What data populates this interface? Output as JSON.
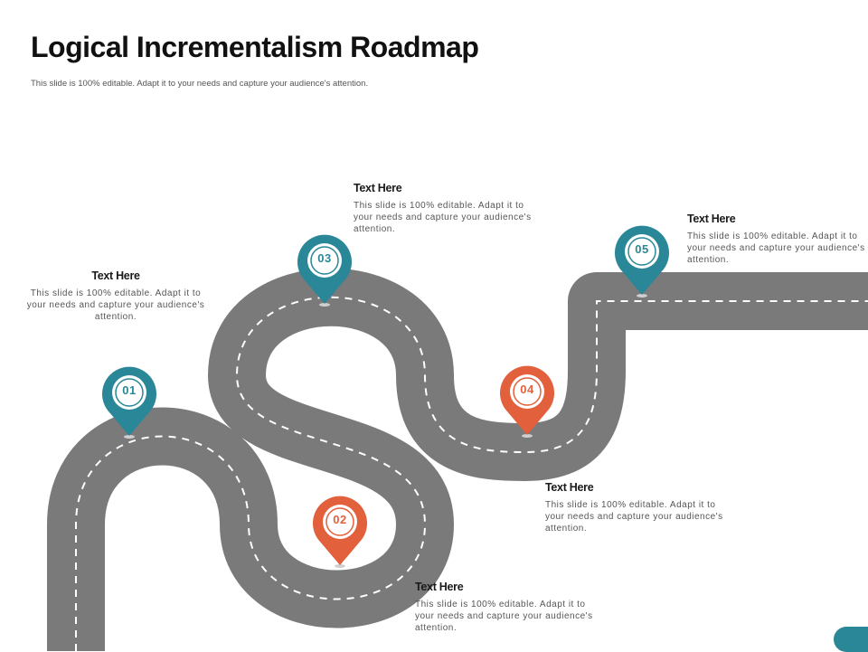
{
  "slide": {
    "title": "Logical Incrementalism Roadmap",
    "subtitle": "This slide is 100% editable. Adapt it to your needs and capture your audience's attention."
  },
  "colors": {
    "road": "#7a7a7a",
    "road_dash": "#ffffff",
    "teal": "#2a8797",
    "orange": "#e2603b"
  },
  "steps": [
    {
      "number": "01",
      "heading": "Text Here",
      "body": "This slide is 100% editable. Adapt it to your needs and capture your audience's attention.",
      "color": "teal"
    },
    {
      "number": "02",
      "heading": "Text Here",
      "body": "This slide is 100% editable. Adapt it to your needs and capture your audience's attention.",
      "color": "orange"
    },
    {
      "number": "03",
      "heading": "Text Here",
      "body": "This slide is 100% editable. Adapt it to your needs and capture your audience's attention.",
      "color": "teal"
    },
    {
      "number": "04",
      "heading": "Text Here",
      "body": "This slide is 100% editable. Adapt it to your needs and capture your audience's attention.",
      "color": "orange"
    },
    {
      "number": "05",
      "heading": "Text Here",
      "body": "This slide is 100% editable. Adapt it to your needs and capture your audience's attention.",
      "color": "teal"
    }
  ]
}
